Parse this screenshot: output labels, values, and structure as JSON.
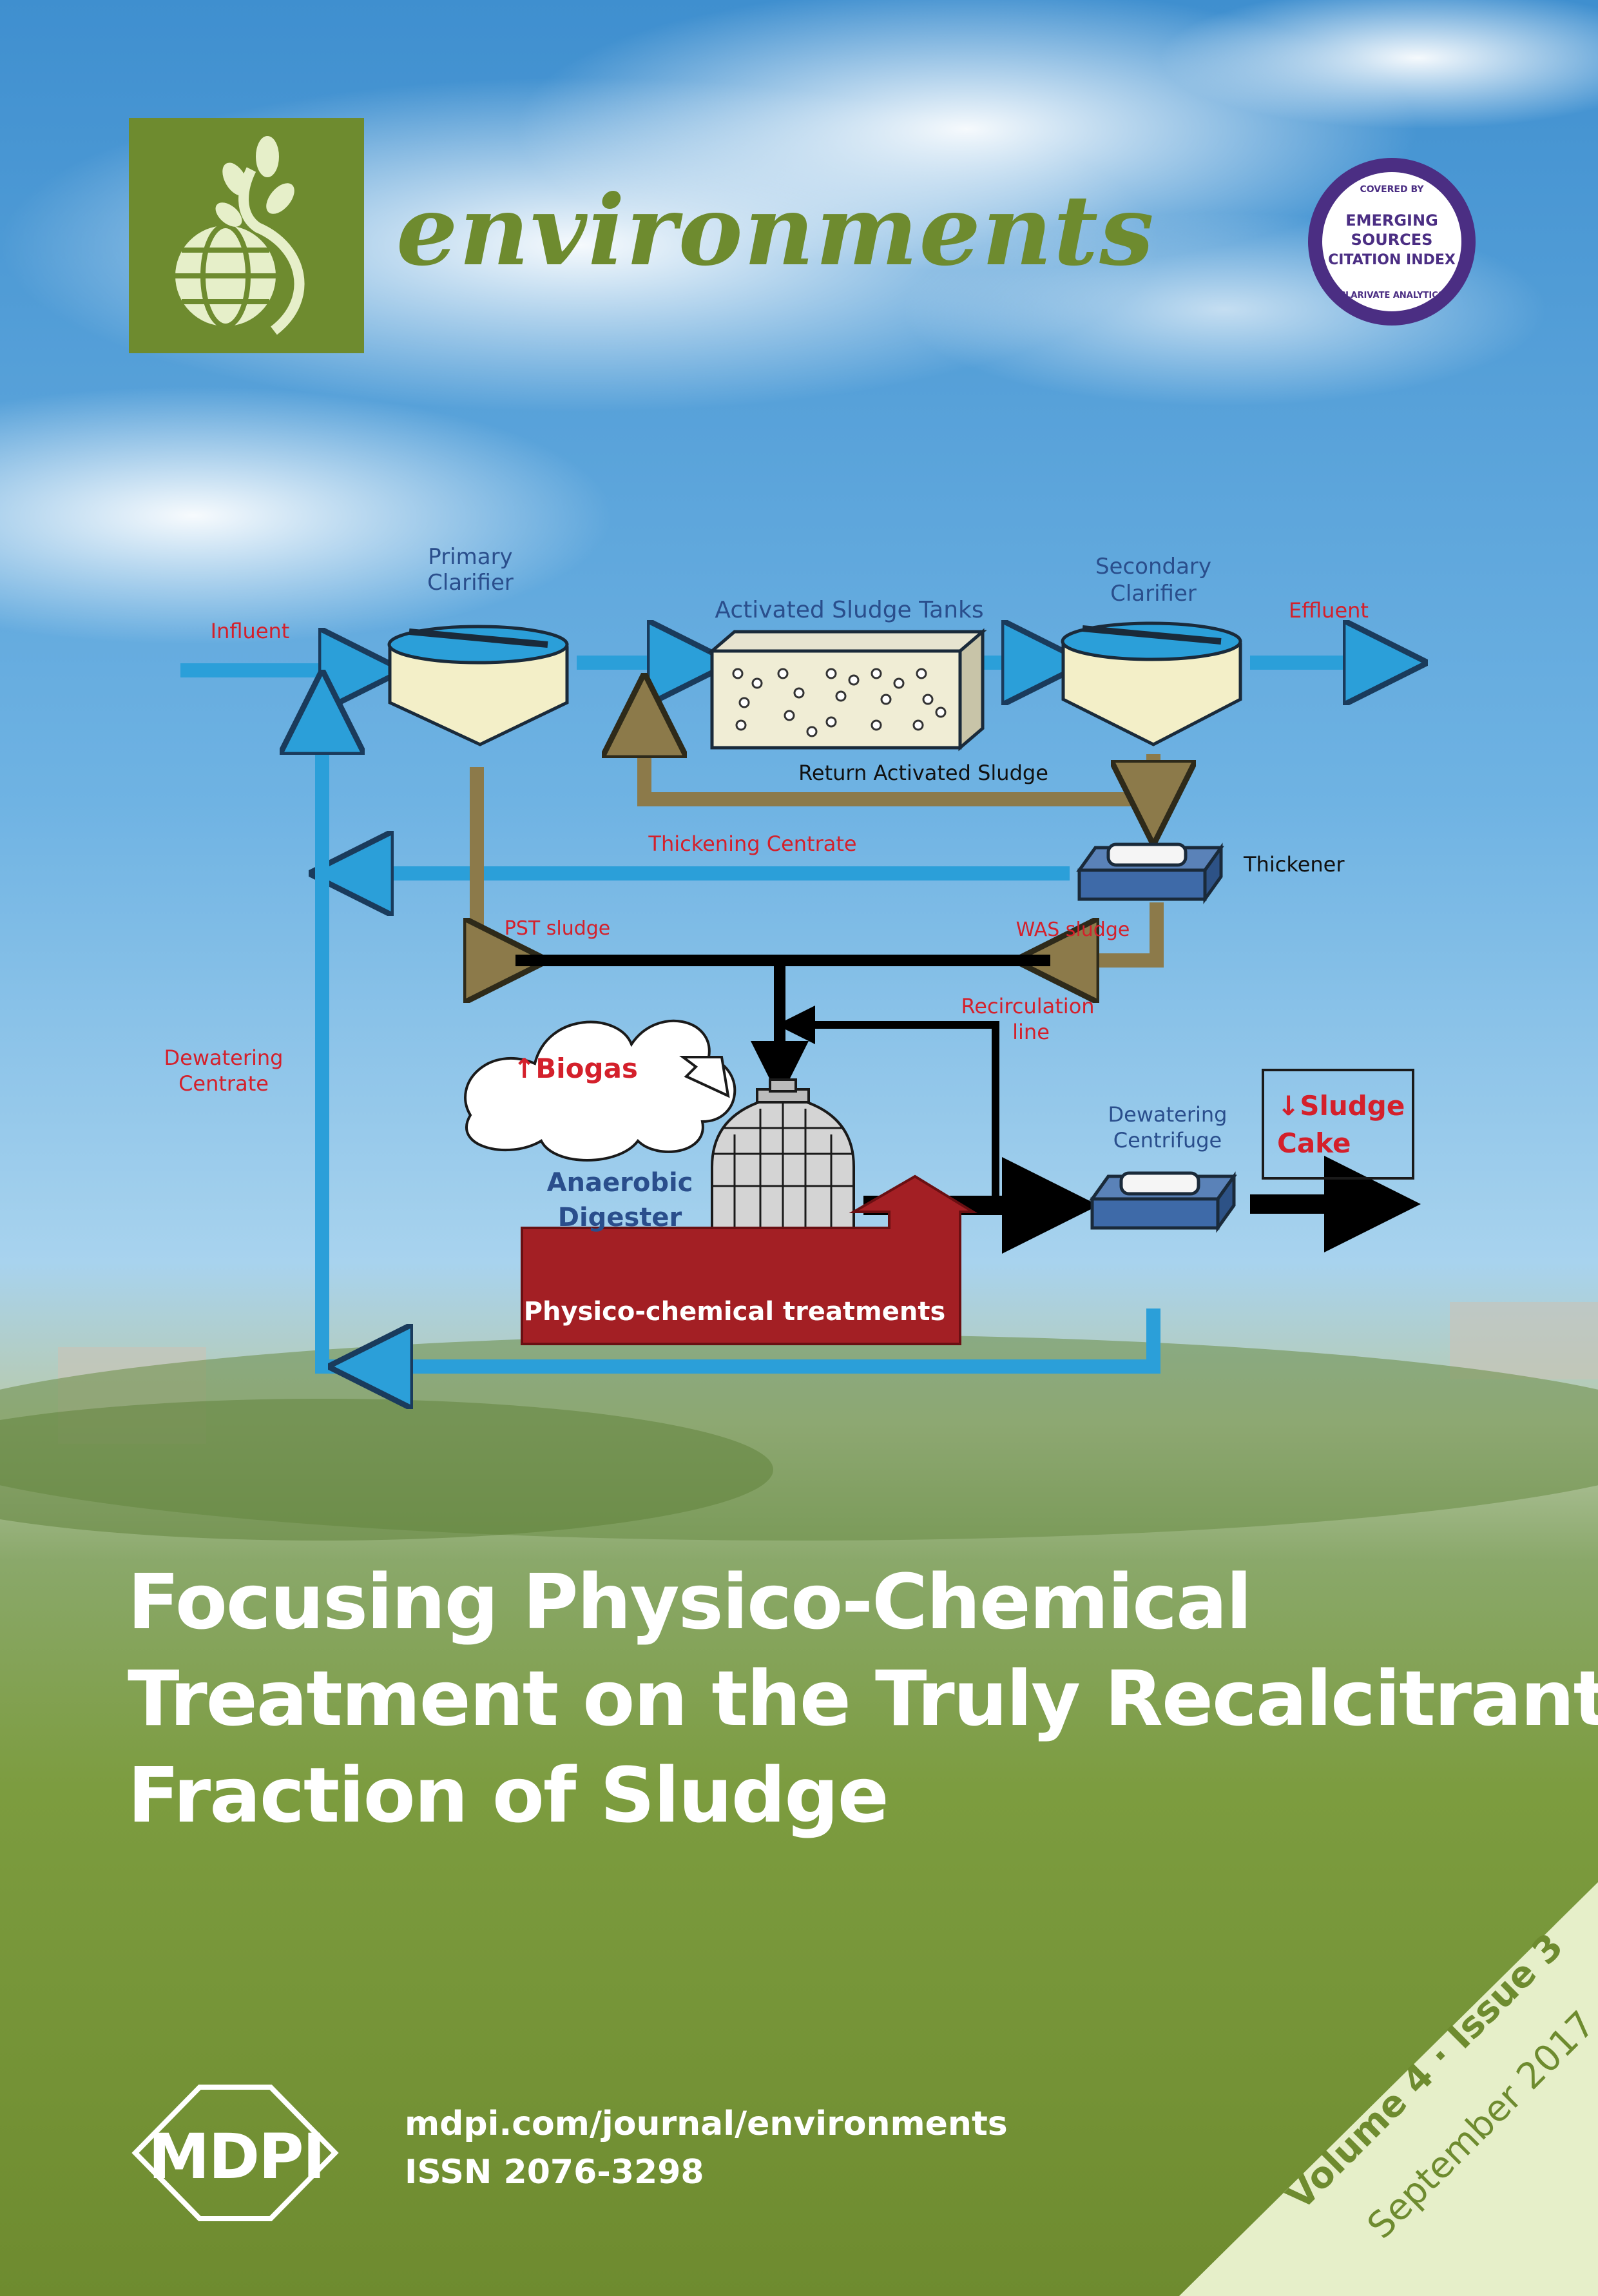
{
  "journal": {
    "name": "environments",
    "brand_color": "#6e8b2f"
  },
  "badge": {
    "line_top": "COVERED BY",
    "line1": "EMERGING",
    "line2": "SOURCES",
    "line3": "CITATION INDEX",
    "line_bottom": "CLARIVATE ANALYTICS"
  },
  "diagram": {
    "primary_clarifier": [
      "Primary",
      "Clarifier"
    ],
    "activated_sludge_tanks": "Activated Sludge Tanks",
    "secondary_clarifier": [
      "Secondary",
      "Clarifier"
    ],
    "influent": "Influent",
    "effluent": "Effluent",
    "return_activated_sludge": "Return Activated Sludge",
    "thickening_centrate": "Thickening Centrate",
    "thickener": "Thickener",
    "pst_sludge": "PST sludge",
    "was_sludge": "WAS sludge",
    "recirculation": [
      "Recirculation",
      "line"
    ],
    "dewatering_centrate": [
      "Dewatering",
      "Centrate"
    ],
    "biogas": "↑Biogas",
    "dewatering_centrifuge": [
      "Dewatering",
      "Centrifuge"
    ],
    "sludge_cake": [
      "↓Sludge",
      "Cake"
    ],
    "anaerobic_digester": [
      "Anaerobic",
      "Digester"
    ],
    "physico_chemical": "Physico-chemical treatments"
  },
  "article_title": [
    "Focusing Physico-Chemical",
    "Treatment on the Truly Recalcitrant",
    "Fraction of Sludge"
  ],
  "publisher": {
    "name": "MDPI",
    "url": "mdpi.com/journal/environments",
    "issn": "ISSN 2076-3298"
  },
  "issue": {
    "volume_issue": "Volume 4 · Issue 3",
    "date": "September 2017"
  }
}
